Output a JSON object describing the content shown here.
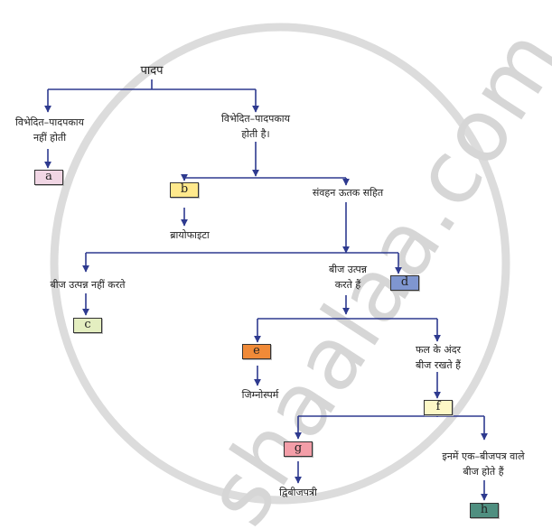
{
  "watermark": "shaalaa.com",
  "root": "पादप",
  "nodes": {
    "no_body": [
      "विभेदित–पादपकाय",
      "नहीं होती"
    ],
    "body": [
      "विभेदित–पादपकाय",
      "होती है।"
    ],
    "vascular": "संवहन ऊतक सहित",
    "bryophyta": "ब्रायोफाइटा",
    "no_seed": "बीज उत्पन्न नहीं करते",
    "seed": [
      "बीज उत्पन्न",
      "करते हैं"
    ],
    "fruit": [
      "फल के अंदर",
      "बीज रखते हैं"
    ],
    "gymnosperm": "जिम्नोस्पर्म",
    "monocot": [
      "इनमें एक–बीजपत्र वाले",
      "बीज होते हैं"
    ],
    "dicot": "द्विबीजपत्री"
  },
  "boxes": {
    "a": {
      "label": "a",
      "color": "#f1d6e4"
    },
    "b": {
      "label": "b",
      "color": "#ffe98c"
    },
    "c": {
      "label": "c",
      "color": "#e4eec0"
    },
    "d": {
      "label": "d",
      "color": "#7f96d0"
    },
    "e": {
      "label": "e",
      "color": "#f08a38"
    },
    "f": {
      "label": "f",
      "color": "#fdf8c6"
    },
    "g": {
      "label": "g",
      "color": "#f39ea8"
    },
    "h": {
      "label": "h",
      "color": "#4f8f80"
    }
  },
  "line_color": "#2e3a8f"
}
